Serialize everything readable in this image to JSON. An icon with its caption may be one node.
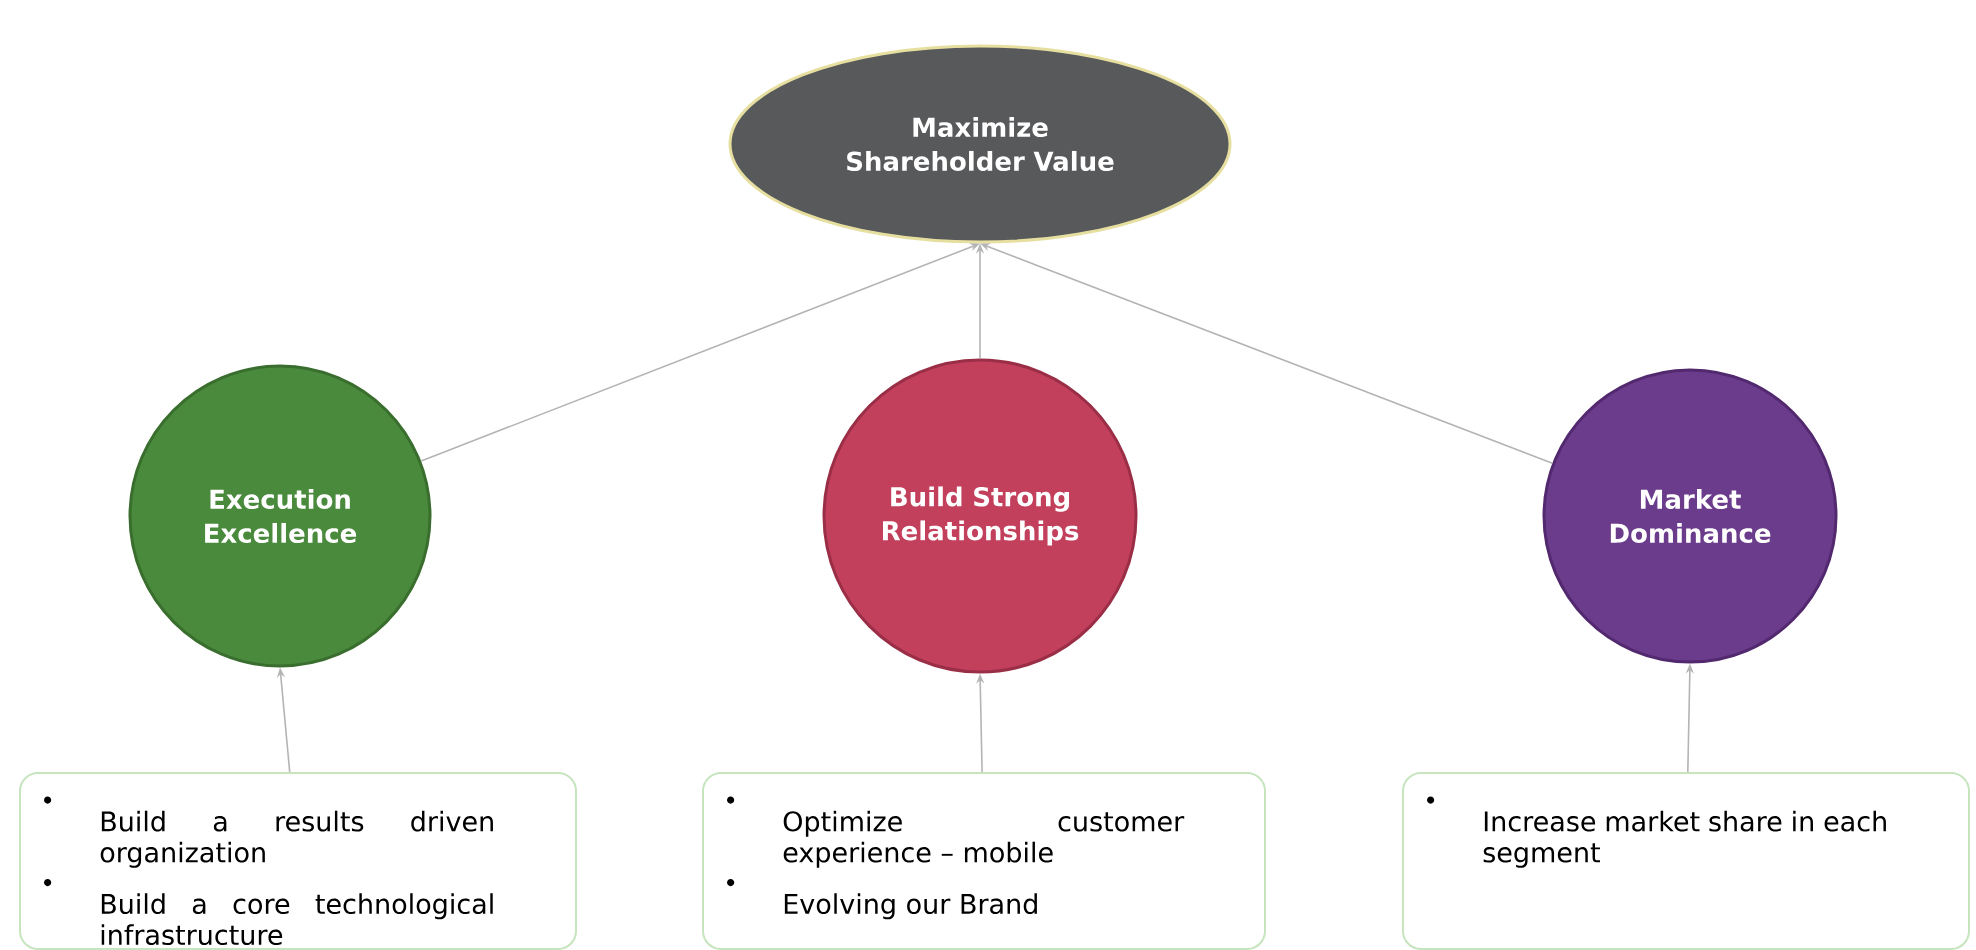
{
  "diagram": {
    "nodes": [
      {
        "text": [
          "Maximize Shareholder Value"
        ]
      },
      {
        "text": [
          "Execution Excellence"
        ]
      },
      {
        "text": [
          "Build Strong Relationships"
        ]
      },
      {
        "text": [
          "Market Dominance"
        ]
      },
      {
        "text": [
          "Build a results driven organization",
          "Build a core technological infrastructure"
        ]
      },
      {
        "text": [
          "Optimize customer experience – mobile",
          "Evolving our Brand"
        ]
      },
      {
        "text": [
          "Increase market share in each segment"
        ]
      }
    ],
    "edges": [
      {
        "from": 1,
        "to": 0,
        "arrow": "to"
      },
      {
        "from": 2,
        "to": 0,
        "arrow": "to"
      },
      {
        "from": 3,
        "to": 0,
        "arrow": "to"
      },
      {
        "from": 4,
        "to": 1,
        "arrow": "to"
      },
      {
        "from": 5,
        "to": 2,
        "arrow": "to"
      },
      {
        "from": 6,
        "to": 3,
        "arrow": "to"
      }
    ]
  }
}
